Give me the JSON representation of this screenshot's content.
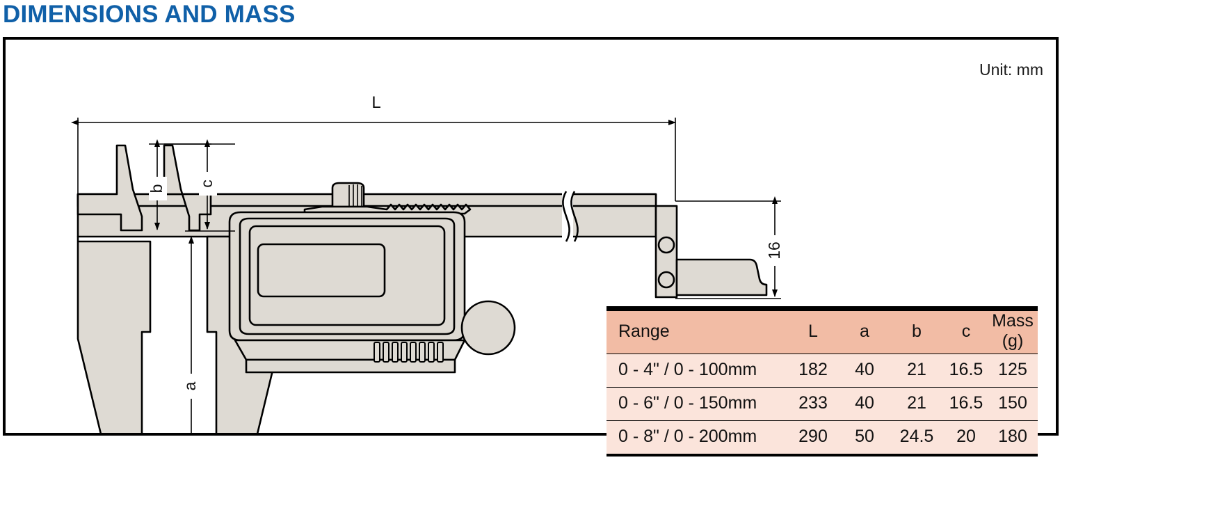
{
  "title": "DIMENSIONS AND MASS",
  "accent_color": "#1060A8",
  "panel": {
    "unit_label": "Unit: mm",
    "border_color": "#000000"
  },
  "drawing": {
    "name": "digital-caliper-dimension-drawing",
    "fill_color": "#DEDAD3",
    "line_color": "#000000",
    "dimension_labels": {
      "overall_length": "L",
      "lower_jaw_depth": "a",
      "upper_jaw_inner": "b",
      "upper_jaw_outer": "c",
      "beam_height": "16"
    }
  },
  "table": {
    "header_bg": "#F2BCA5",
    "row_bg": "#FBE4DB",
    "columns": [
      "Range",
      "L",
      "a",
      "b",
      "c",
      "Mass (g)"
    ],
    "rows": [
      {
        "range": "0 - 4\" / 0 - 100mm",
        "L": "182",
        "a": "40",
        "b": "21",
        "c": "16.5",
        "mass": "125"
      },
      {
        "range": "0 - 6\" / 0 - 150mm",
        "L": "233",
        "a": "40",
        "b": "21",
        "c": "16.5",
        "mass": "150"
      },
      {
        "range": "0 - 8\" / 0 - 200mm",
        "L": "290",
        "a": "50",
        "b": "24.5",
        "c": "20",
        "mass": "180"
      }
    ]
  }
}
